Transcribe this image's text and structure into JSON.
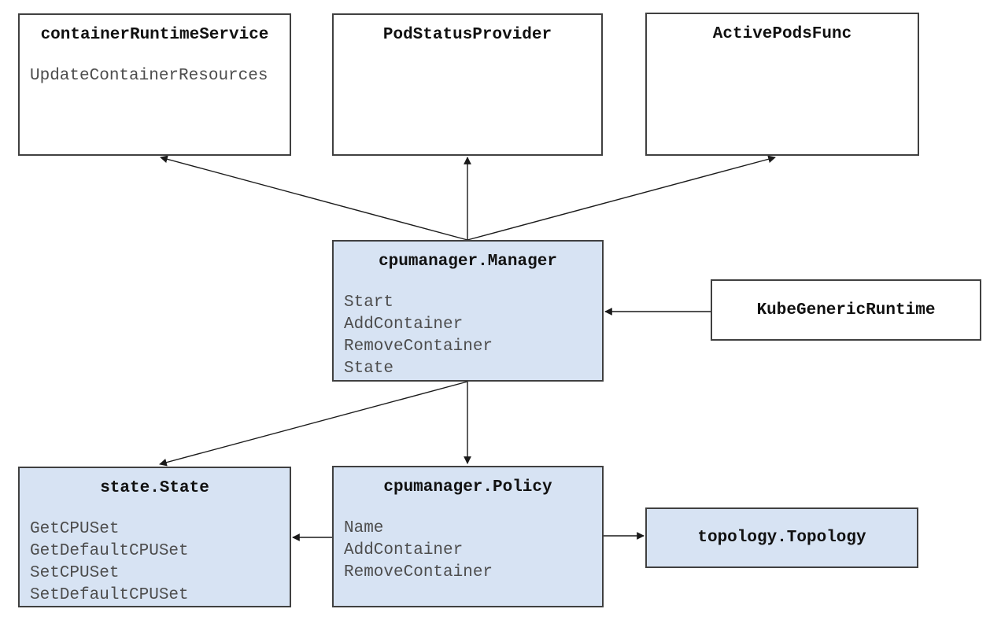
{
  "colors": {
    "background": "#ffffff",
    "box_fill_white": "#ffffff",
    "box_fill_blue": "#d7e3f3",
    "box_border": "#404040",
    "title_text": "#111111",
    "method_text": "#4d4d4d",
    "arrow": "#1a1a1a"
  },
  "diagram": {
    "boxes": [
      {
        "id": "container-runtime-service",
        "title": "containerRuntimeService",
        "fill": "white",
        "methods": [
          "UpdateContainerResources"
        ]
      },
      {
        "id": "pod-status-provider",
        "title": "PodStatusProvider",
        "fill": "white",
        "methods": []
      },
      {
        "id": "active-pods-func",
        "title": "ActivePodsFunc",
        "fill": "white",
        "methods": []
      },
      {
        "id": "cpumanager-manager",
        "title": "cpumanager.Manager",
        "fill": "blue",
        "methods": [
          "Start",
          "AddContainer",
          "RemoveContainer",
          "State"
        ]
      },
      {
        "id": "kube-generic-runtime",
        "title": "KubeGenericRuntime",
        "fill": "white",
        "methods": []
      },
      {
        "id": "state-state",
        "title": "state.State",
        "fill": "blue",
        "methods": [
          "GetCPUSet",
          "GetDefaultCPUSet",
          "SetCPUSet",
          "SetDefaultCPUSet"
        ]
      },
      {
        "id": "cpumanager-policy",
        "title": "cpumanager.Policy",
        "fill": "blue",
        "methods": [
          "Name",
          "AddContainer",
          "RemoveContainer"
        ]
      },
      {
        "id": "topology-topology",
        "title": "topology.Topology",
        "fill": "blue",
        "methods": []
      }
    ],
    "arrows": [
      {
        "from": "cpumanager.Manager",
        "to": "containerRuntimeService"
      },
      {
        "from": "cpumanager.Manager",
        "to": "PodStatusProvider"
      },
      {
        "from": "cpumanager.Manager",
        "to": "ActivePodsFunc"
      },
      {
        "from": "KubeGenericRuntime",
        "to": "cpumanager.Manager"
      },
      {
        "from": "cpumanager.Manager",
        "to": "state.State"
      },
      {
        "from": "cpumanager.Manager",
        "to": "cpumanager.Policy"
      },
      {
        "from": "cpumanager.Policy",
        "to": "state.State"
      },
      {
        "from": "cpumanager.Policy",
        "to": "topology.Topology"
      }
    ]
  }
}
